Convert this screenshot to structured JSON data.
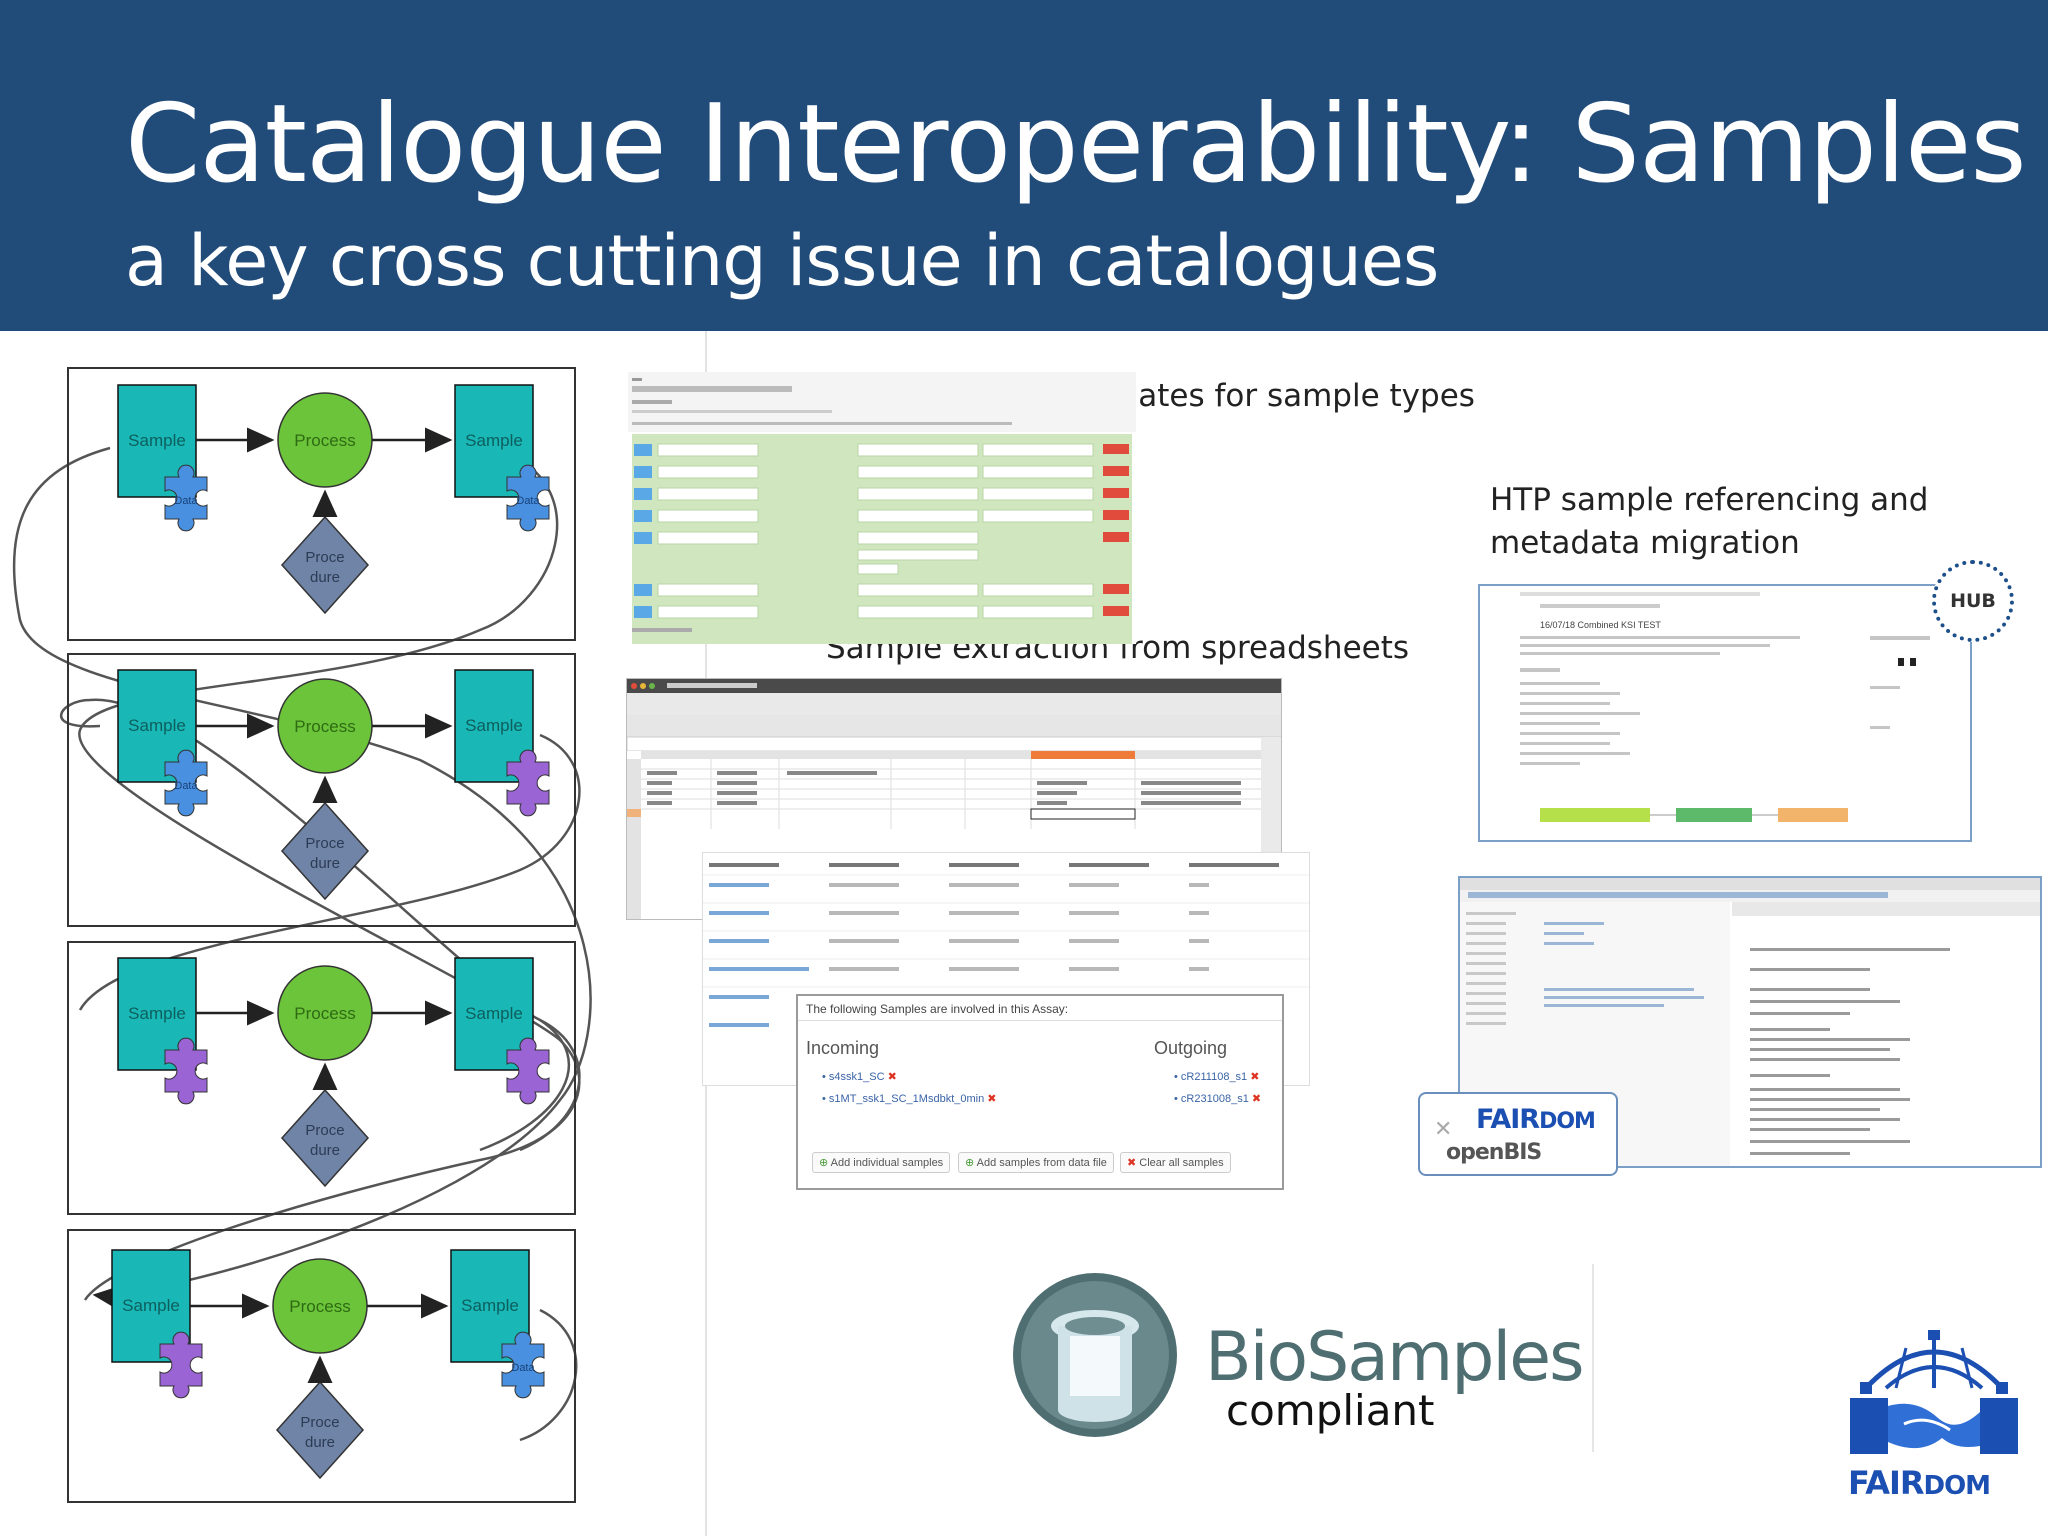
{
  "header": {
    "title": "Catalogue Interoperability: Samples",
    "subtitle": "a key cross cutting issue in catalogues"
  },
  "diagram": {
    "sample_label": "Sample",
    "process_label": "Process",
    "procedure_label_line1": "Proce",
    "procedure_label_line2": "dure",
    "data_label": "Data"
  },
  "captions": {
    "templates": "Generation of templates for sample types",
    "extraction": "Sample extraction from spreadsheets",
    "htp_line1": "HTP sample referencing and",
    "htp_line2": "metadata migration"
  },
  "hub_screenshot": {
    "badge": "HUB",
    "heading": "16/07/18 Combined KSI TEST"
  },
  "assay_panel": {
    "intro": "The following Samples are involved in this Assay:",
    "incoming_label": "Incoming",
    "outgoing_label": "Outgoing",
    "incoming_items": [
      "s4ssk1_SC",
      "s1MT_ssk1_SC_1Msdbkt_0min"
    ],
    "outgoing_items": [
      "cR211108_s1",
      "cR231008_s1"
    ],
    "buttons": [
      "Add individual samples",
      "Add samples from data file",
      "Clear all samples"
    ]
  },
  "fairdom_openbis": {
    "fair": "FAIR",
    "dom": "DOM",
    "openbis": "openBIS"
  },
  "biosamples": {
    "name": "BioSamples",
    "compliant": "compliant"
  },
  "fairdom_logo": {
    "fair": "FAIR",
    "dom": "DOM"
  },
  "colors": {
    "header_bg": "#214b79",
    "sample_teal": "#19b7b5",
    "process_green": "#6cc43a",
    "procedure_slate": "#6f84a6",
    "puzzle_blue": "#4a90e0",
    "puzzle_purple": "#9a64d4",
    "fairdom_blue": "#1c4fb2"
  }
}
